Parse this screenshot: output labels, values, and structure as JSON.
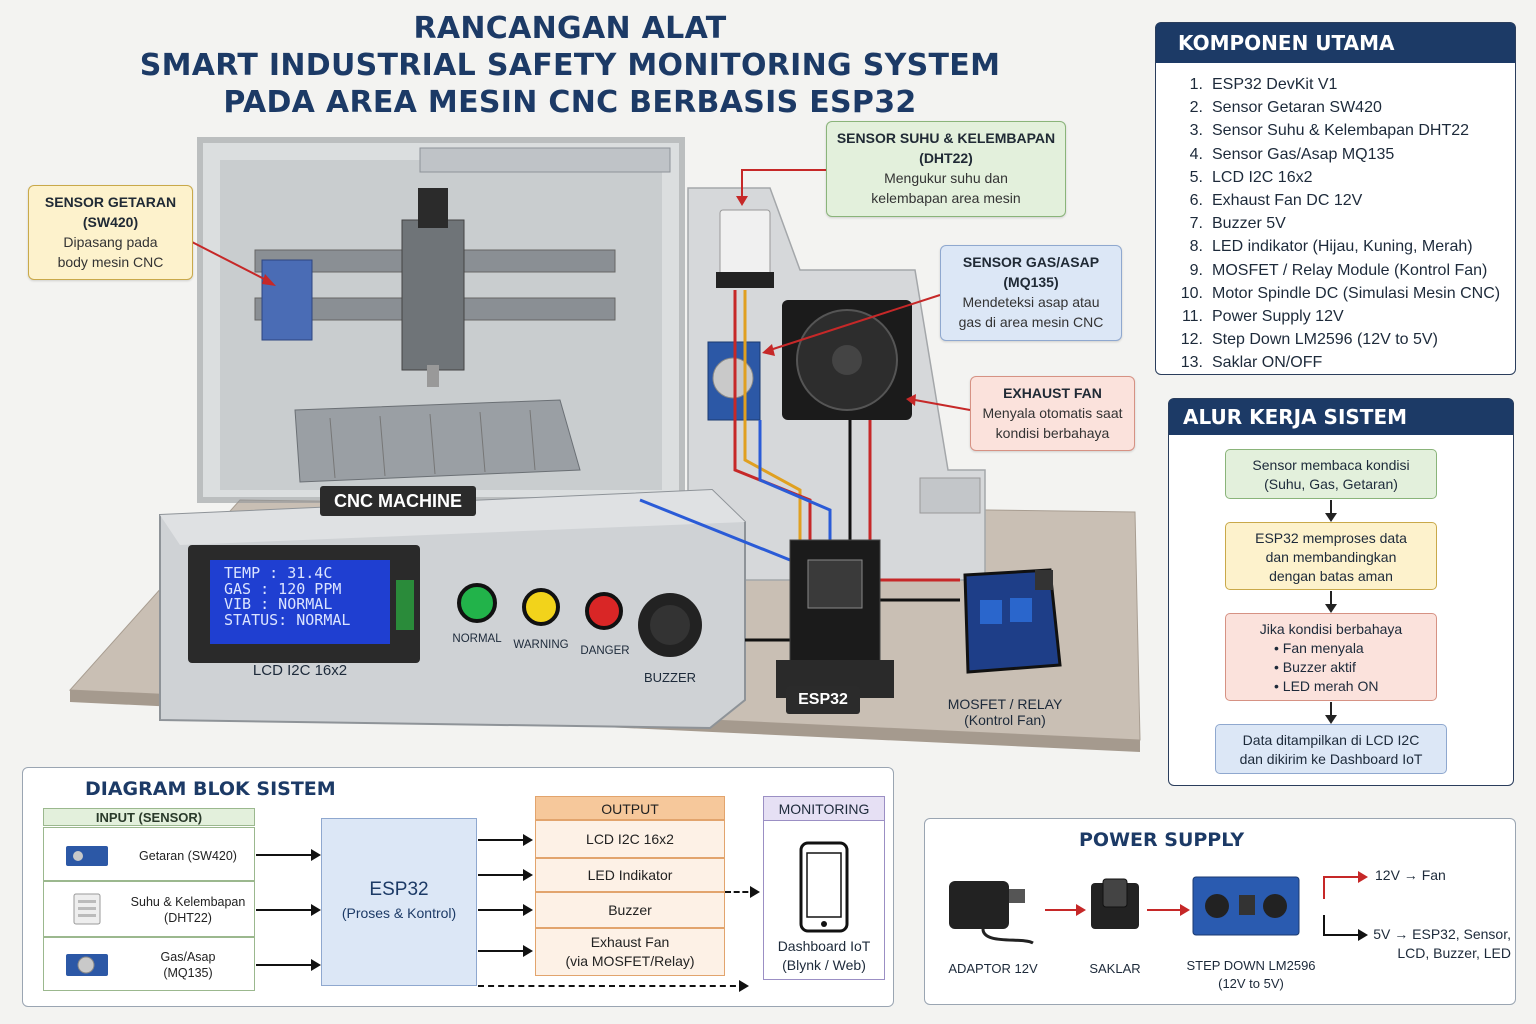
{
  "title": {
    "line1": "RANCANGAN ALAT",
    "line2": "SMART INDUSTRIAL SAFETY MONITORING SYSTEM",
    "line3": "PADA AREA MESIN CNC BERBASIS ESP32"
  },
  "callouts": {
    "getaran": {
      "title1": "SENSOR GETARAN",
      "title2": "(SW420)",
      "desc1": "Dipasang pada",
      "desc2": "body mesin CNC"
    },
    "suhu": {
      "title1": "SENSOR SUHU & KELEMBAPAN",
      "title2": "(DHT22)",
      "desc1": "Mengukur suhu dan",
      "desc2": "kelembapan area mesin"
    },
    "gas": {
      "title1": "SENSOR GAS/ASAP",
      "title2": "(MQ135)",
      "desc1": "Mendeteksi asap atau",
      "desc2": "gas di area mesin CNC"
    },
    "fan": {
      "title1": "EXHAUST FAN",
      "desc1": "Menyala otomatis saat",
      "desc2": "kondisi berbahaya"
    }
  },
  "device": {
    "cnc_label": "CNC MACHINE",
    "lcd_lines": [
      "TEMP  : 31.4C",
      "GAS   : 120 PPM",
      "VIB   : NORMAL",
      "STATUS: NORMAL"
    ],
    "lcd_label": "LCD I2C 16x2",
    "led_normal": "NORMAL",
    "led_warning": "WARNING",
    "led_danger": "DANGER",
    "buzzer": "BUZZER",
    "esp32": "ESP32",
    "relay1": "MOSFET / RELAY",
    "relay2": "(Kontrol Fan)"
  },
  "komponen": {
    "title": "KOMPONEN UTAMA",
    "items": [
      "ESP32 DevKit V1",
      "Sensor Getaran SW420",
      "Sensor Suhu & Kelembapan DHT22",
      "Sensor Gas/Asap MQ135",
      "LCD I2C 16x2",
      "Exhaust Fan DC 12V",
      "Buzzer 5V",
      "LED indikator (Hijau, Kuning, Merah)",
      "MOSFET / Relay Module (Kontrol Fan)",
      "Motor Spindle DC (Simulasi Mesin CNC)",
      "Power Supply 12V",
      "Step Down LM2596 (12V to 5V)",
      "Saklar ON/OFF"
    ]
  },
  "alur": {
    "title": "ALUR KERJA SISTEM",
    "step1a": "Sensor membaca kondisi",
    "step1b": "(Suhu, Gas, Getaran)",
    "step2a": "ESP32 memproses data",
    "step2b": "dan membandingkan",
    "step2c": "dengan batas aman",
    "step3a": "Jika kondisi berbahaya",
    "step3b": "• Fan menyala",
    "step3c": "• Buzzer aktif",
    "step3d": "• LED merah ON",
    "step4a": "Data ditampilkan di LCD I2C",
    "step4b": "dan dikirim ke Dashboard IoT"
  },
  "blok": {
    "title": "DIAGRAM BLOK SISTEM",
    "input_head": "INPUT (SENSOR)",
    "in1": "Getaran (SW420)",
    "in2a": "Suhu & Kelembapan",
    "in2b": "(DHT22)",
    "in3a": "Gas/Asap",
    "in3b": "(MQ135)",
    "esp_title": "ESP32",
    "esp_sub": "(Proses & Kontrol)",
    "output_head": "OUTPUT",
    "out1": "LCD I2C 16x2",
    "out2": "LED Indikator",
    "out3": "Buzzer",
    "out4a": "Exhaust Fan",
    "out4b": "(via MOSFET/Relay)",
    "mon_head": "MONITORING",
    "mon_a": "Dashboard IoT",
    "mon_b": "(Blynk / Web)"
  },
  "power": {
    "title": "POWER SUPPLY",
    "adaptor": "ADAPTOR 12V",
    "saklar": "SAKLAR",
    "stepdown1": "STEP DOWN LM2596",
    "stepdown2": "(12V to 5V)",
    "out12": "12V → Fan",
    "out5a": "5V → ESP32, Sensor,",
    "out5b": "LCD, Buzzer, LED"
  },
  "colors": {
    "navy": "#1c3a66",
    "led_green": "#22b34a",
    "led_yellow": "#f2d31b",
    "led_red": "#d92626",
    "lcd_blue": "#1f3fd1"
  }
}
